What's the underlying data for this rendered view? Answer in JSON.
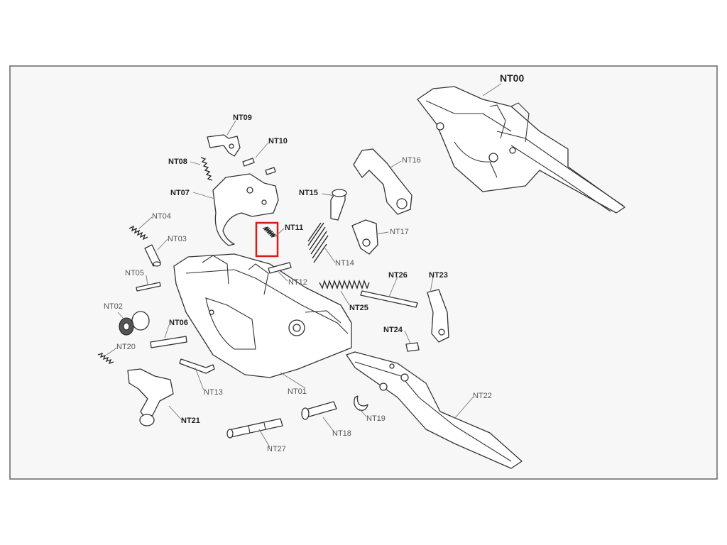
{
  "diagram": {
    "labels": {
      "nt00": "NT00",
      "nt01": "NT01",
      "nt02": "NT02",
      "nt03": "NT03",
      "nt04": "NT04",
      "nt05": "NT05",
      "nt06": "NT06",
      "nt07": "NT07",
      "nt08": "NT08",
      "nt09": "NT09",
      "nt10": "NT10",
      "nt11": "NT11",
      "nt12": "NT12",
      "nt13": "NT13",
      "nt14": "NT14",
      "nt15": "NT15",
      "nt16": "NT16",
      "nt17": "NT17",
      "nt18": "NT18",
      "nt19": "NT19",
      "nt20": "NT20",
      "nt21": "NT21",
      "nt22": "NT22",
      "nt23": "NT23",
      "nt24": "NT24",
      "nt25": "NT25",
      "nt26": "NT26",
      "nt27": "NT27"
    },
    "highlighted_part": "NT11",
    "colors": {
      "highlight": "#d81b1b",
      "line": "#333333",
      "label": "#555555"
    }
  }
}
